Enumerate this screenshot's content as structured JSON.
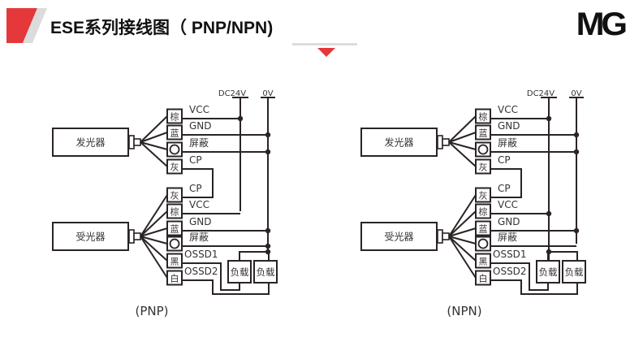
{
  "header": {
    "title": "ESE系列接线图（ PNP/NPN)",
    "logo": "MG",
    "accent_color": "#e5383b",
    "accent_secondary_color": "#dcdcdc"
  },
  "diagrams": [
    {
      "id": "pnp",
      "caption": "(PNP)",
      "rails": {
        "positive": "DC24V",
        "negative": "0V"
      },
      "emitter": {
        "label": "发光器",
        "wires": [
          {
            "color_label": "棕",
            "signal": "VCC"
          },
          {
            "color_label": "蓝",
            "signal": "GND"
          },
          {
            "color_label": "O",
            "signal": "屏蔽"
          },
          {
            "color_label": "灰",
            "signal": "CP"
          }
        ]
      },
      "receiver": {
        "label": "受光器",
        "wires": [
          {
            "color_label": "灰",
            "signal": "CP"
          },
          {
            "color_label": "棕",
            "signal": "VCC"
          },
          {
            "color_label": "蓝",
            "signal": "GND"
          },
          {
            "color_label": "O",
            "signal": "屏蔽"
          },
          {
            "color_label": "黑",
            "signal": "OSSD1"
          },
          {
            "color_label": "白",
            "signal": "OSSD2"
          }
        ]
      },
      "loads": [
        "负载",
        "负载"
      ]
    },
    {
      "id": "npn",
      "caption": "(NPN)",
      "rails": {
        "positive": "DC24V",
        "negative": "0V"
      },
      "emitter": {
        "label": "发光器",
        "wires": [
          {
            "color_label": "棕",
            "signal": "VCC"
          },
          {
            "color_label": "蓝",
            "signal": "GND"
          },
          {
            "color_label": "O",
            "signal": "屏蔽"
          },
          {
            "color_label": "灰",
            "signal": "CP"
          }
        ]
      },
      "receiver": {
        "label": "受光器",
        "wires": [
          {
            "color_label": "灰",
            "signal": "CP"
          },
          {
            "color_label": "棕",
            "signal": "VCC"
          },
          {
            "color_label": "蓝",
            "signal": "GND"
          },
          {
            "color_label": "O",
            "signal": "屏蔽"
          },
          {
            "color_label": "黑",
            "signal": "OSSD1"
          },
          {
            "color_label": "白",
            "signal": "OSSD2"
          }
        ]
      },
      "loads": [
        "负载",
        "负载"
      ]
    }
  ]
}
